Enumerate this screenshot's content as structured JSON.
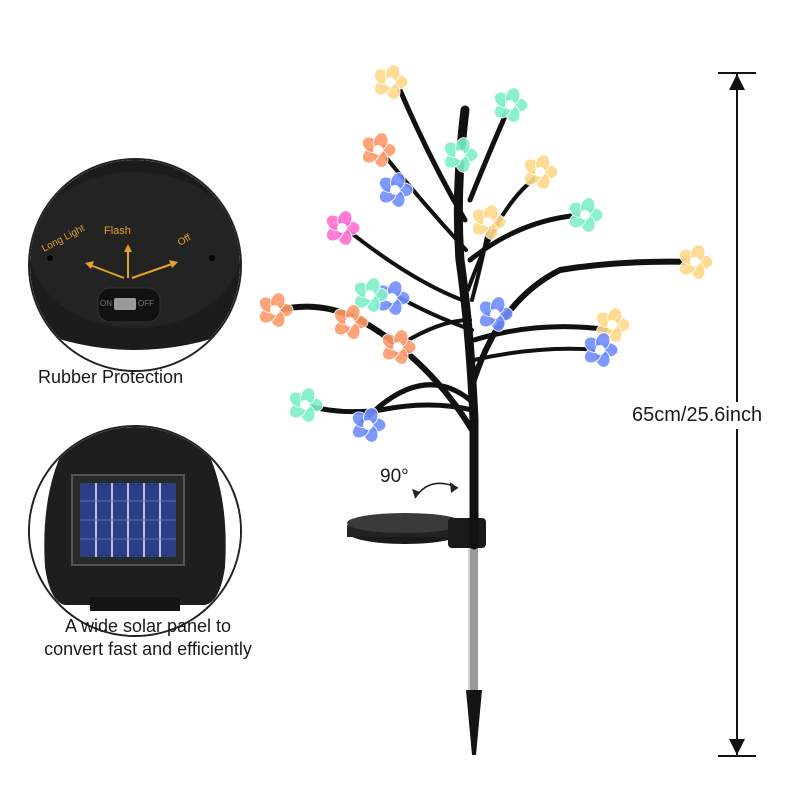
{
  "panel_top": {
    "caption": "Rubber Protection",
    "switch_labels": {
      "long_light": "Long Light",
      "flash": "Flash",
      "off": "Off"
    },
    "switch_text": {
      "on": "ON",
      "off": "OFF"
    }
  },
  "panel_bottom": {
    "caption_line1": "A wide solar panel to",
    "caption_line2": "convert fast and efficiently"
  },
  "dimension": {
    "label": "65cm/25.6inch"
  },
  "rotation": {
    "label": "90°"
  },
  "colors": {
    "accent_orange": "#e3a02a",
    "device_body": "#1c1c1c",
    "stem": "#111111",
    "pole": "#9a9a9a",
    "solar_cell": "#2b3f86"
  },
  "blossom_colors": [
    "#ffd98a",
    "#7ff0c8",
    "#ff9a6a",
    "#6f8dff",
    "#ff6fd0",
    "#ffffff"
  ]
}
